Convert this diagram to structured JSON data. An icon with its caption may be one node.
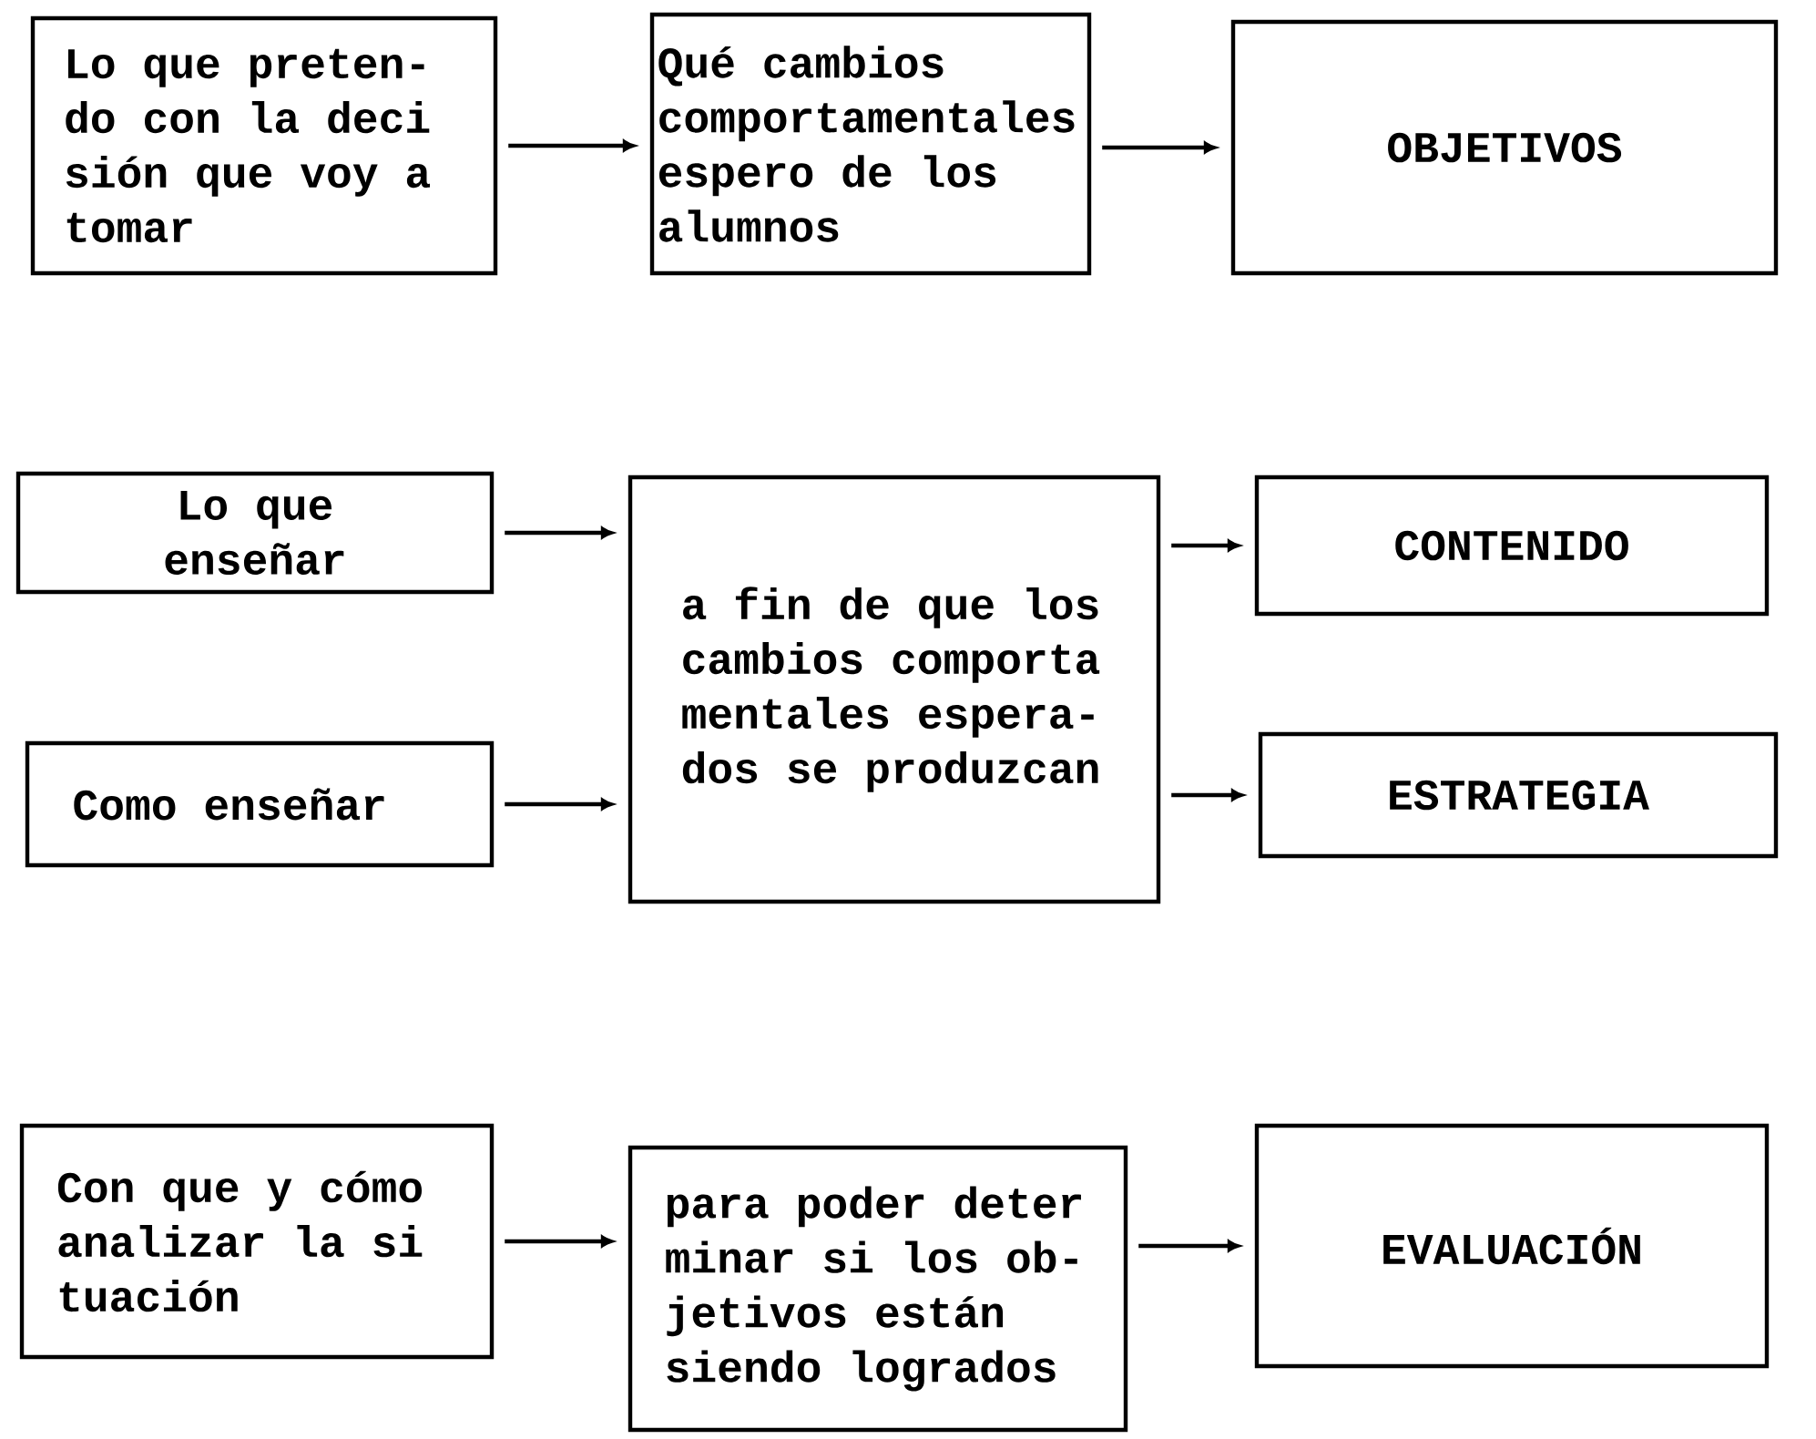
{
  "diagram": {
    "nodes": [
      {
        "text": [
          "Lo que preten- do con la deci sión que voy a tomar"
        ]
      },
      {
        "text": [
          "Qué cambios comportamentales espero de los alumnos"
        ]
      },
      {
        "text": [
          "OBJETIVOS"
        ]
      },
      {
        "text": [
          "Lo que enseñar"
        ]
      },
      {
        "text": [
          "a fin de que los cambios comporta mentales espera- dos se produzcan"
        ]
      },
      {
        "text": [
          "CONTENIDO"
        ]
      },
      {
        "text": [
          "Como enseñar"
        ]
      },
      {
        "text": [
          "ESTRATEGIA"
        ]
      },
      {
        "text": [
          "Con que y cómo analizar la si tuación"
        ]
      },
      {
        "text": [
          "para poder deter minar si los ob- jetivos están siendo logrados"
        ]
      },
      {
        "text": [
          "EVALUACIÓN"
        ]
      }
    ],
    "edges": [
      {
        "from": 0,
        "to": 1,
        "arrow": "to"
      },
      {
        "from": 1,
        "to": 2,
        "arrow": "to"
      },
      {
        "from": 3,
        "to": 4,
        "arrow": "to"
      },
      {
        "from": 6,
        "to": 4,
        "arrow": "to"
      },
      {
        "from": 4,
        "to": 5,
        "arrow": "to"
      },
      {
        "from": 4,
        "to": 7,
        "arrow": "to"
      },
      {
        "from": 8,
        "to": 9,
        "arrow": "to"
      },
      {
        "from": 9,
        "to": 10,
        "arrow": "to"
      }
    ]
  }
}
